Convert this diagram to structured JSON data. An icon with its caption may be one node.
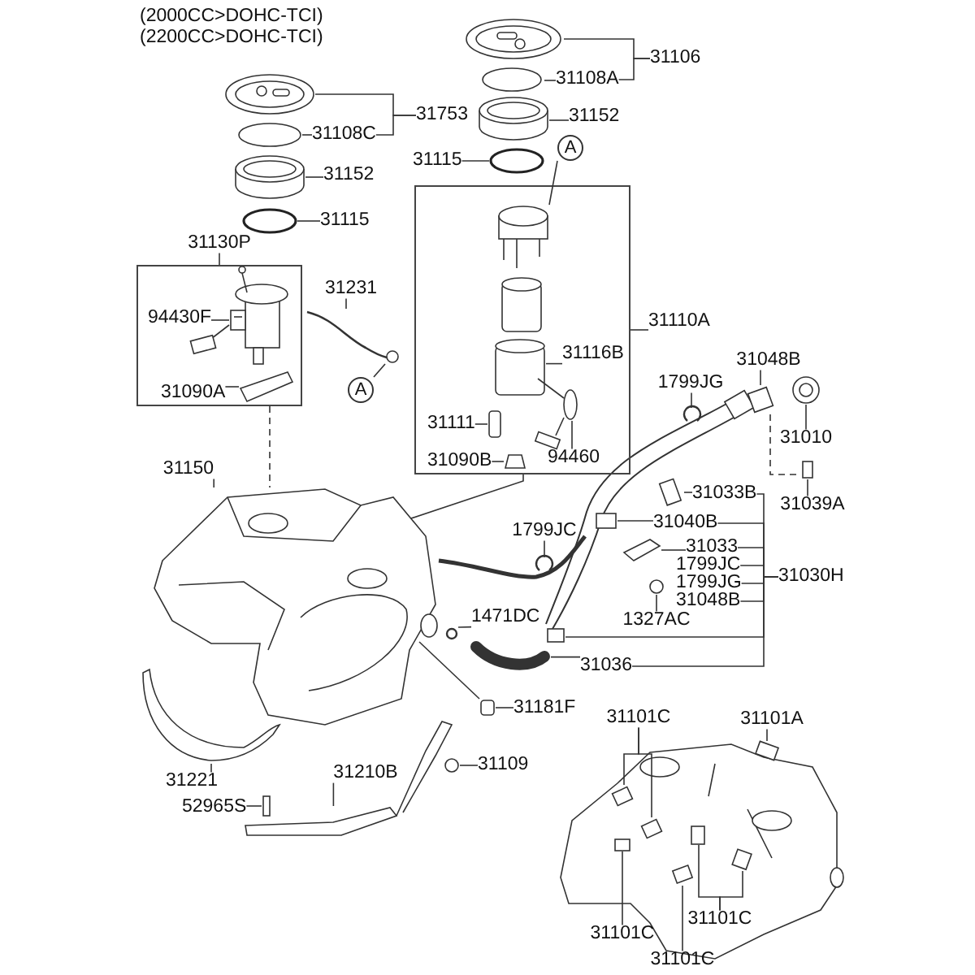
{
  "diagram": {
    "nodes": [
      {
        "text": [],
        "shape": "box"
      },
      {
        "text": [],
        "shape": "box"
      },
      {
        "text": [
          "31753"
        ]
      },
      {
        "text": [
          "31108C"
        ]
      },
      {
        "text": [
          "31152"
        ]
      },
      {
        "text": [
          "31115"
        ]
      },
      {
        "text": [
          "31130P"
        ]
      },
      {
        "text": [
          "94430F"
        ],
        "in": 0
      },
      {
        "text": [
          "31231"
        ]
      },
      {
        "text": [
          "A"
        ]
      },
      {
        "text": [
          "31090A"
        ],
        "in": 0
      },
      {
        "text": [
          "31106"
        ]
      },
      {
        "text": [
          "31108A"
        ]
      },
      {
        "text": [
          "31152"
        ]
      },
      {
        "text": [
          "31115"
        ]
      },
      {
        "text": [
          "A"
        ]
      },
      {
        "text": [
          "31110A"
        ]
      },
      {
        "text": [
          "31116B"
        ],
        "in": 1
      },
      {
        "text": [
          "31111"
        ],
        "in": 1
      },
      {
        "text": [
          "94460"
        ],
        "in": 1
      },
      {
        "text": [
          "31090B"
        ],
        "in": 1
      },
      {
        "text": [
          "1799JG"
        ]
      },
      {
        "text": [
          "31048B"
        ]
      },
      {
        "text": [
          "31010"
        ]
      },
      {
        "text": [
          "31039A"
        ]
      },
      {
        "text": [
          "31150"
        ]
      },
      {
        "text": [
          "31033B"
        ]
      },
      {
        "text": [
          "31040B"
        ]
      },
      {
        "text": [
          "1799JC"
        ]
      },
      {
        "text": [
          "31033"
        ]
      },
      {
        "text": [
          "1799JC"
        ]
      },
      {
        "text": [
          "1799JG"
        ]
      },
      {
        "text": [
          "31030H"
        ]
      },
      {
        "text": [
          "31048B"
        ]
      },
      {
        "text": [
          "1327AC"
        ]
      },
      {
        "text": [
          "1471DC"
        ]
      },
      {
        "text": [
          "31036"
        ]
      },
      {
        "text": [
          "31181F"
        ]
      },
      {
        "text": [
          "31221"
        ]
      },
      {
        "text": [
          "31210B"
        ]
      },
      {
        "text": [
          "31109"
        ]
      },
      {
        "text": [
          "52965S"
        ]
      },
      {
        "text": [
          "31101C"
        ]
      },
      {
        "text": [
          "31101A"
        ]
      },
      {
        "text": [
          "31101C"
        ]
      },
      {
        "text": [
          "31101C"
        ]
      },
      {
        "text": [
          "31101C"
        ]
      },
      {
        "text": [],
        "shape": "picture"
      },
      {
        "text": [],
        "shape": "circle"
      },
      {
        "text": [],
        "shape": "cylinder"
      },
      {
        "text": [],
        "shape": "circle"
      },
      {
        "text": [],
        "shape": "picture",
        "in": 0
      },
      {
        "text": [],
        "shape": "bar",
        "in": 0
      },
      {
        "text": [],
        "shape": "picture"
      },
      {
        "text": [],
        "shape": "circle"
      },
      {
        "text": [],
        "shape": "picture"
      },
      {
        "text": [],
        "shape": "circle"
      },
      {
        "text": [],
        "shape": "cylinder"
      },
      {
        "text": [],
        "shape": "circle"
      },
      {
        "text": [],
        "shape": "cylinder",
        "in": 1
      },
      {
        "text": [],
        "shape": "cylinder",
        "in": 1
      },
      {
        "text": [],
        "shape": "box",
        "in": 1
      },
      {
        "text": [],
        "shape": "picture",
        "in": 1
      },
      {
        "text": [],
        "shape": "box",
        "in": 1
      },
      {
        "text": [],
        "shape": "picture"
      },
      {
        "text": [],
        "shape": "box"
      },
      {
        "text": [],
        "shape": "picture"
      },
      {
        "text": [],
        "shape": "box"
      },
      {
        "text": [],
        "shape": "picture"
      },
      {
        "text": [],
        "shape": "box"
      },
      {
        "text": [],
        "shape": "box"
      },
      {
        "text": [],
        "shape": "picture"
      },
      {
        "text": [],
        "shape": "box"
      },
      {
        "text": [],
        "shape": "circle"
      },
      {
        "text": [],
        "shape": "circle"
      },
      {
        "text": [],
        "shape": "picture"
      },
      {
        "text": [],
        "shape": "box"
      },
      {
        "text": [],
        "shape": "picture"
      },
      {
        "text": [],
        "shape": "bar"
      },
      {
        "text": [],
        "shape": "circle"
      },
      {
        "text": [],
        "shape": "box"
      },
      {
        "text": [],
        "shape": "box"
      },
      {
        "text": [],
        "shape": "box"
      },
      {
        "text": [],
        "shape": "box"
      },
      {
        "text": [],
        "shape": "box"
      },
      {
        "text": [],
        "shape": "box"
      },
      {
        "text": [],
        "shape": "box"
      },
      {
        "text": [],
        "shape": "box"
      },
      {
        "text": [],
        "shape": "box"
      }
    ],
    "edges": [
      {
        "from": 2,
        "to": 47,
        "arrow": "none"
      },
      {
        "from": 2,
        "to": 3,
        "arrow": "none"
      },
      {
        "from": 3,
        "to": 48,
        "arrow": "none"
      },
      {
        "from": 4,
        "to": 49,
        "arrow": "none"
      },
      {
        "from": 5,
        "to": 50,
        "arrow": "none"
      },
      {
        "from": 6,
        "to": 0,
        "arrow": "none"
      },
      {
        "from": 7,
        "to": 51,
        "arrow": "none"
      },
      {
        "from": 8,
        "to": 53,
        "arrow": "none"
      },
      {
        "from": 9,
        "to": 54,
        "arrow": "none"
      },
      {
        "from": 10,
        "to": 52,
        "arrow": "none"
      },
      {
        "from": 11,
        "to": 55,
        "arrow": "none"
      },
      {
        "from": 11,
        "to": 12,
        "arrow": "none"
      },
      {
        "from": 12,
        "to": 56,
        "arrow": "none"
      },
      {
        "from": 13,
        "to": 57,
        "arrow": "none"
      },
      {
        "from": 14,
        "to": 58,
        "arrow": "none"
      },
      {
        "from": 15,
        "to": 59,
        "arrow": "none"
      },
      {
        "from": 16,
        "to": 1,
        "arrow": "none"
      },
      {
        "from": 17,
        "to": 60,
        "arrow": "none"
      },
      {
        "from": 18,
        "to": 61,
        "arrow": "none"
      },
      {
        "from": 19,
        "to": 62,
        "arrow": "none"
      },
      {
        "from": 20,
        "to": 63,
        "arrow": "none"
      },
      {
        "from": 21,
        "to": 64,
        "arrow": "none"
      },
      {
        "from": 22,
        "to": 65,
        "arrow": "none"
      },
      {
        "from": 23,
        "to": 66,
        "arrow": "none"
      },
      {
        "from": 24,
        "to": 67,
        "arrow": "none"
      },
      {
        "from": 25,
        "to": 68,
        "arrow": "none"
      },
      {
        "from": 26,
        "to": 69,
        "arrow": "none"
      },
      {
        "from": 27,
        "to": 70,
        "arrow": "none"
      },
      {
        "from": 28,
        "to": 71,
        "arrow": "none"
      },
      {
        "from": 29,
        "to": 72,
        "arrow": "none"
      },
      {
        "from": 34,
        "to": 73,
        "arrow": "none"
      },
      {
        "from": 35,
        "to": 74,
        "arrow": "none"
      },
      {
        "from": 36,
        "to": 75,
        "arrow": "none"
      },
      {
        "from": 37,
        "to": 76,
        "arrow": "none"
      },
      {
        "from": 38,
        "to": 77,
        "arrow": "none"
      },
      {
        "from": 39,
        "to": 78,
        "arrow": "none"
      },
      {
        "from": 40,
        "to": 79,
        "arrow": "none"
      },
      {
        "from": 41,
        "to": 80,
        "arrow": "none"
      },
      {
        "from": 42,
        "to": 81,
        "arrow": "none"
      },
      {
        "from": 42,
        "to": 82,
        "arrow": "none"
      },
      {
        "from": 43,
        "to": 83,
        "arrow": "none"
      },
      {
        "from": 44,
        "to": 84,
        "arrow": "none"
      },
      {
        "from": 45,
        "to": 85,
        "arrow": "none"
      },
      {
        "from": 45,
        "to": 86,
        "arrow": "none"
      },
      {
        "from": 46,
        "to": 87,
        "arrow": "none"
      },
      {
        "from": 32,
        "to": 26,
        "arrow": "none"
      },
      {
        "from": 32,
        "to": 27,
        "arrow": "none"
      },
      {
        "from": 32,
        "to": 29,
        "arrow": "none"
      },
      {
        "from": 32,
        "to": 30,
        "arrow": "none"
      },
      {
        "from": 32,
        "to": 31,
        "arrow": "none"
      },
      {
        "from": 32,
        "to": 33,
        "arrow": "none"
      },
      {
        "from": 32,
        "to": 88,
        "arrow": "none"
      },
      {
        "from": 32,
        "to": 36,
        "arrow": "none"
      },
      {
        "from": 0,
        "to": 68,
        "arrow": "none",
        "style": "dashed"
      },
      {
        "from": 1,
        "to": 68,
        "arrow": "none"
      },
      {
        "from": 65,
        "to": 67,
        "arrow": "none",
        "style": "dashed"
      },
      {
        "from": 68,
        "to": 76,
        "arrow": "none"
      }
    ],
    "labels": [
      "(2000CC>DOHC-TCI)",
      "(2200CC>DOHC-TCI)"
    ]
  }
}
